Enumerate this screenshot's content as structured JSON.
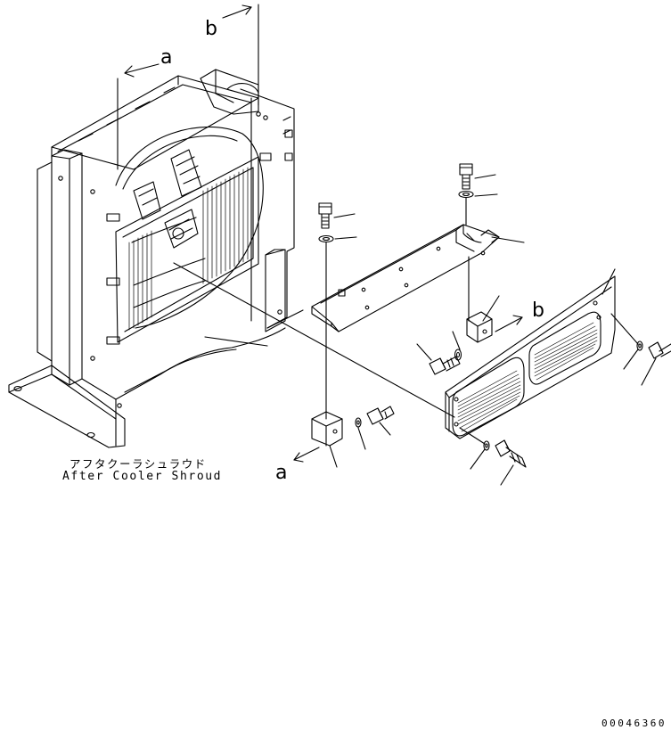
{
  "diagram": {
    "title_jp": "アフタクーラシュラウド",
    "title_en": "After Cooler Shroud",
    "callouts": {
      "a_top": "a",
      "b_top": "b",
      "b_mid": "b",
      "a_bottom": "a"
    },
    "drawing_number": "00046360",
    "line_color": "#000000"
  }
}
